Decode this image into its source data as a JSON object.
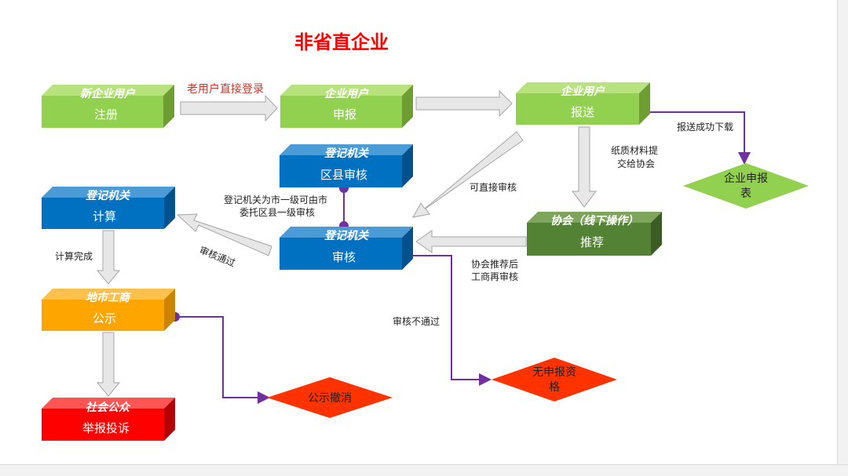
{
  "title": "非省直企业",
  "boxes": {
    "new_user": {
      "header": "新企业用户",
      "body": "注册"
    },
    "apply": {
      "header": "企业用户",
      "body": "申报"
    },
    "submit": {
      "header": "企业用户",
      "body": "报送"
    },
    "county": {
      "header": "登记机关",
      "body": "区县审核"
    },
    "calc": {
      "header": "登记机关",
      "body": "计算"
    },
    "review": {
      "header": "登记机关",
      "body": "审核"
    },
    "assoc": {
      "header": "协会（线下操作）",
      "body": "推荐"
    },
    "publicize": {
      "header": "地市工商",
      "body": "公示"
    },
    "report": {
      "header": "社会公众",
      "body": "举报投诉"
    }
  },
  "diamonds": {
    "form": {
      "line1": "企业申报",
      "line2": "表"
    },
    "revoke": {
      "line1": "公示撤消"
    },
    "noqual": {
      "line1": "无申报资",
      "line2": "格"
    }
  },
  "labels": {
    "old_user": "老用户直接登录",
    "download": "报送成功下载",
    "paper_1": "纸质材料提",
    "paper_2": "交给协会",
    "direct": "可直接审核",
    "delegate_1": "登记机关为市一级可由市",
    "delegate_2": "委托区县一级审核",
    "passed": "审核通过",
    "calc_done": "计算完成",
    "assoc_re_1": "协会推荐后",
    "assoc_re_2": "工商再审核",
    "failed": "审核不通过"
  },
  "colors": {
    "title": "#ff0000",
    "green": "#92d050",
    "blue": "#0070c0",
    "dark_green": "#548235",
    "orange": "#ffa500",
    "red": "#ff0000",
    "connector": "#7030a0",
    "arrow": "#d9d9d9"
  }
}
